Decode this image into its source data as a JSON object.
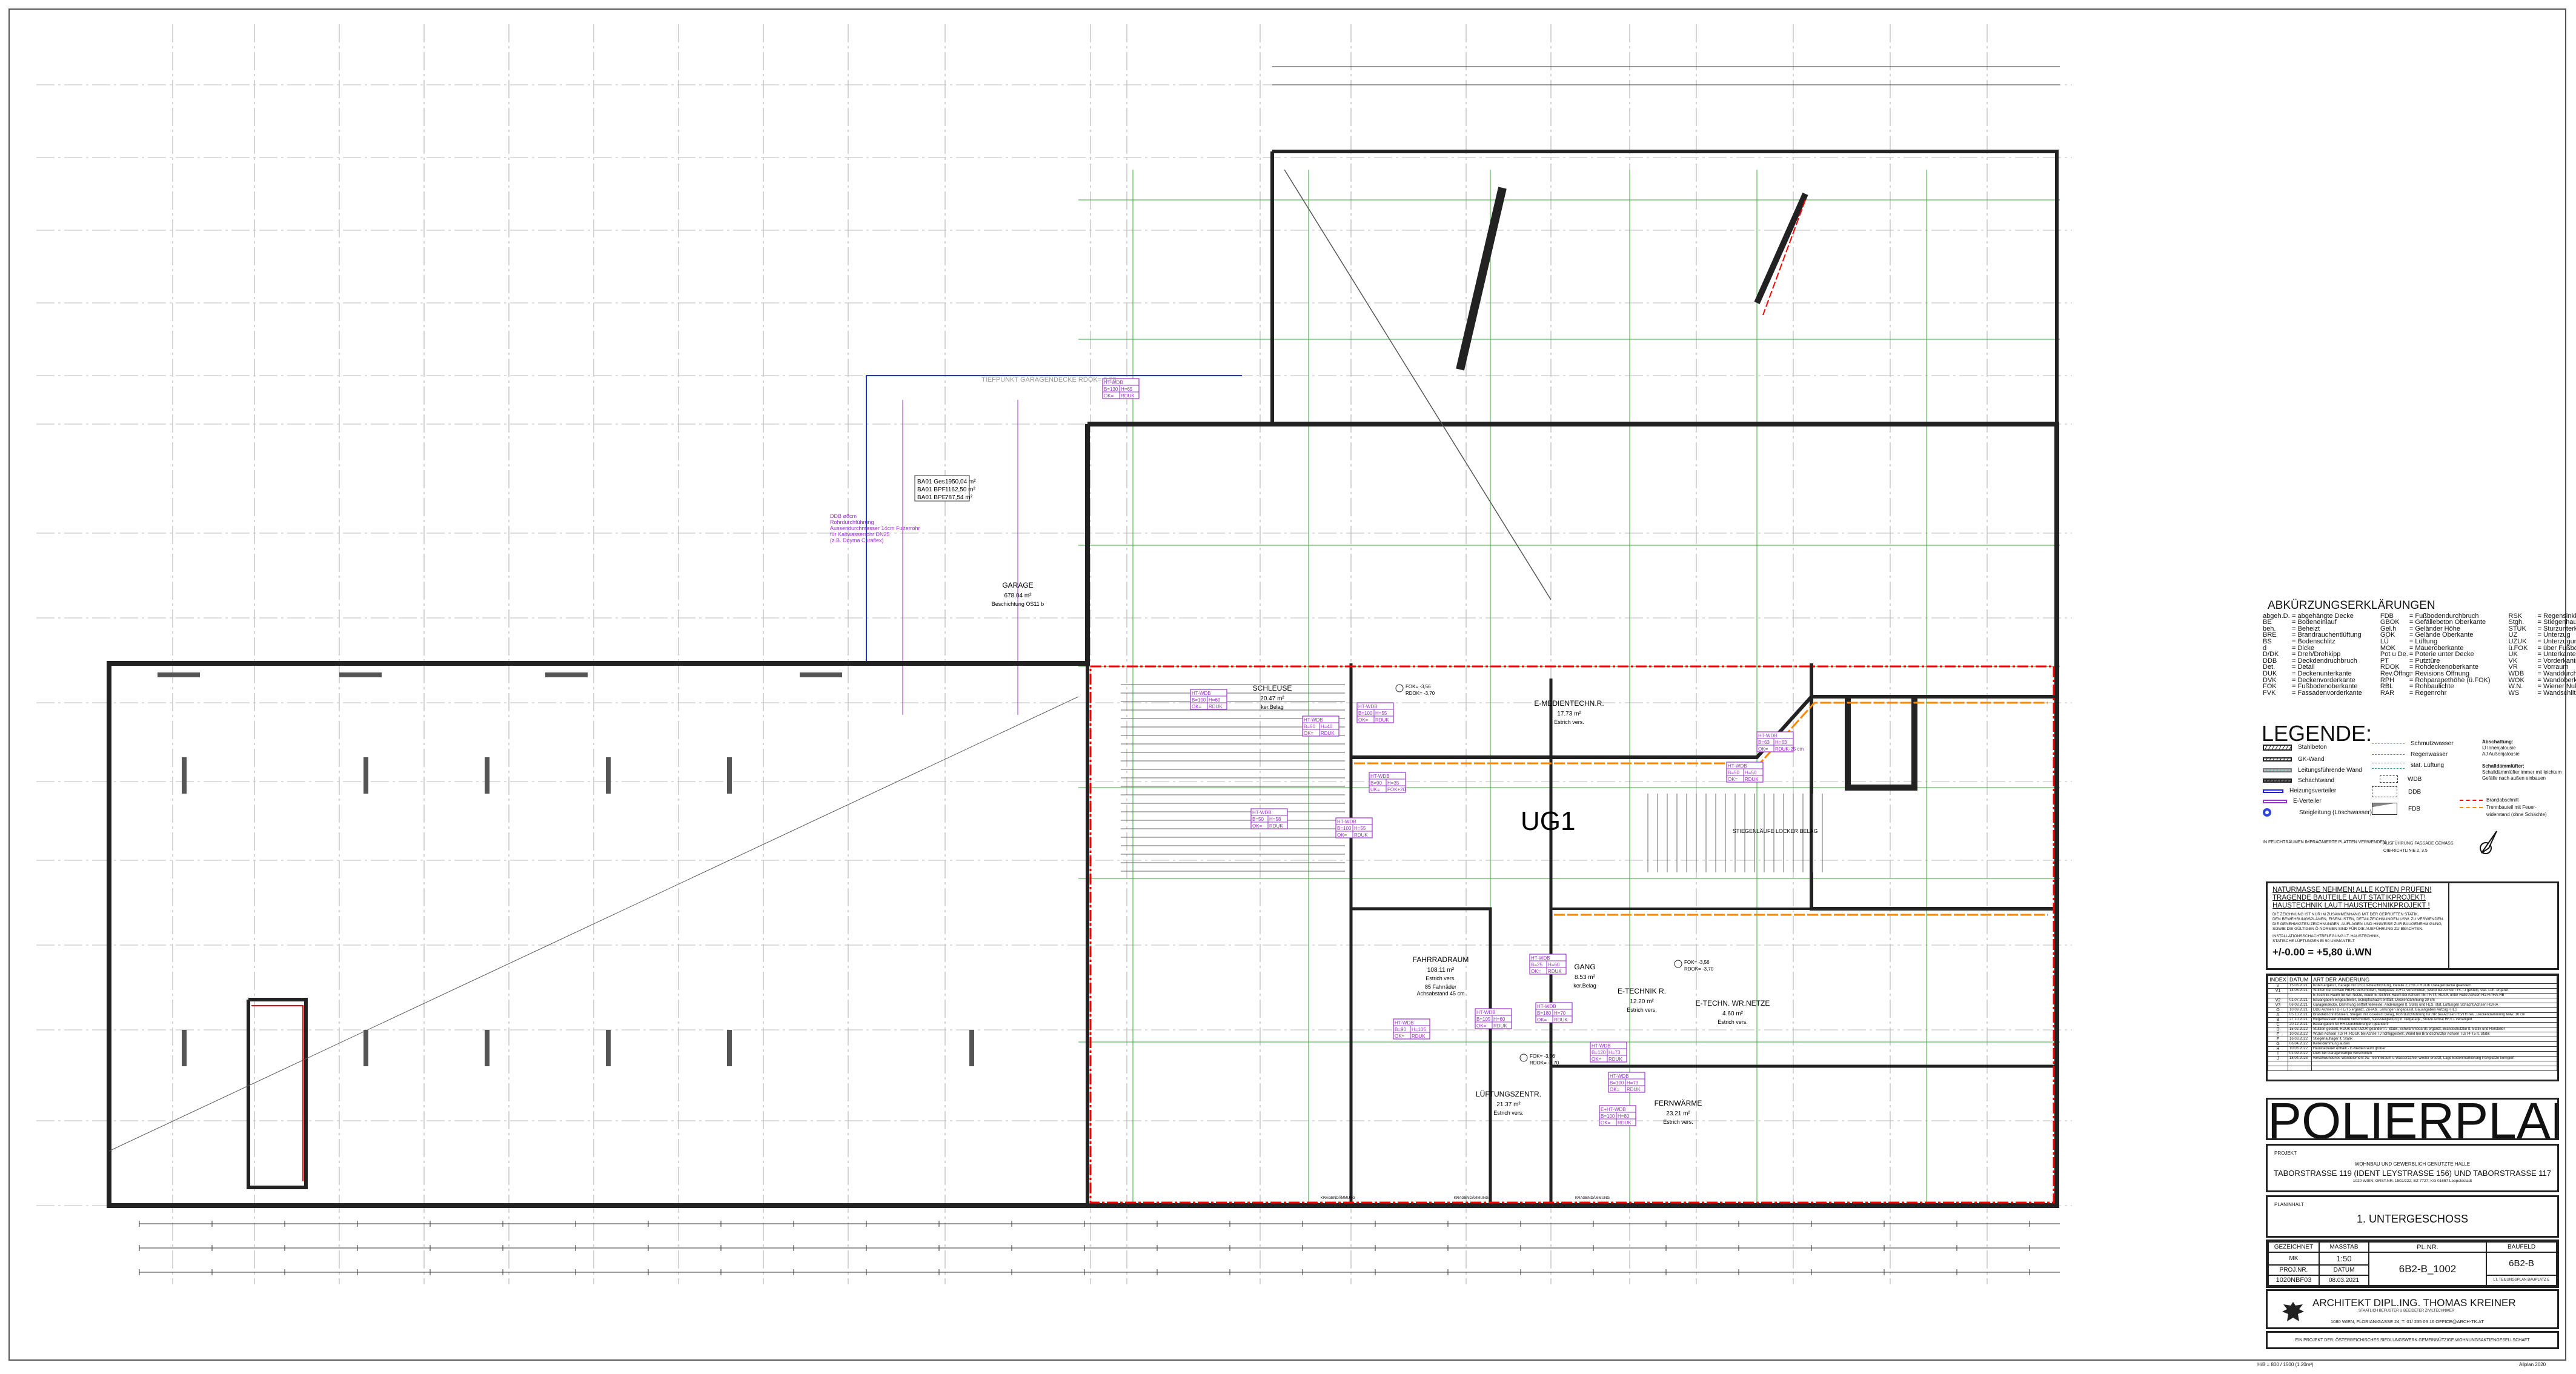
{
  "sheet": {
    "scale_note": "H/B = 800 / 1500 (1.20m²)",
    "software": "Allplan 2020"
  },
  "abbreviations": {
    "title": "ABKÜRZUNGSERKLÄRUNGEN",
    "columns": [
      [
        [
          "abgeh.D.",
          "= abgehängte Decke"
        ],
        [
          "BE",
          "= Bodeneinlauf"
        ],
        [
          "beh.",
          "= Beheizt"
        ],
        [
          "BRE",
          "= Brandrauchentlüftung"
        ],
        [
          "BS",
          "= Bodenschlitz"
        ],
        [
          "d",
          "= Dicke"
        ],
        [
          "D/DK",
          "= Dreh/Drehkipp"
        ],
        [
          "DDB",
          "= Deckdendruchbruch"
        ],
        [
          "Det.",
          "= Detail"
        ],
        [
          "DUK",
          "= Deckenunterkante"
        ],
        [
          "DVK",
          "= Deckenvorderkante"
        ],
        [
          "FOK",
          "= Fußbodenoberkante"
        ],
        [
          "FVK",
          "= Fassadenvorderkante"
        ]
      ],
      [
        [
          "FDB",
          "= Fußbodendurchbruch"
        ],
        [
          "GBOK",
          "= Gefällebeton Oberkante"
        ],
        [
          "Gel.h",
          "= Geländer Höhe"
        ],
        [
          "GOK",
          "= Gelände Oberkante"
        ],
        [
          "LÜ",
          "= Lüftung"
        ],
        [
          "MOK",
          "= Maueroberkante"
        ],
        [
          "Pot u De.",
          "= Poterie unter Decke"
        ],
        [
          "PT",
          "= Putztüre"
        ],
        [
          "RDOK",
          "= Rohdeckenoberkante"
        ],
        [
          "Rev.Öffng.",
          "= Revisions Öffnung"
        ],
        [
          "RPH",
          "= Rohparapethöhe (ü.FOK)"
        ],
        [
          "RBL",
          "= Rohbaulichte"
        ],
        [
          "RAR",
          "= Regenrohr"
        ]
      ],
      [
        [
          "RSK",
          "= Regensinkkasten"
        ],
        [
          "Stgh.",
          "= Stiegenhaus"
        ],
        [
          "STUK",
          "= Sturzunterkante"
        ],
        [
          "UZ",
          "= Unterzug"
        ],
        [
          "UZUK",
          "= Unterzugunterkante"
        ],
        [
          "ü.FOK",
          "= über Fußbodenoberkante"
        ],
        [
          "UK",
          "= Unterkante"
        ],
        [
          "VK",
          "= Vorderkante"
        ],
        [
          "VR",
          "= Vorraum"
        ],
        [
          "WDB",
          "= Wanddurchbruch"
        ],
        [
          "WOK",
          "= Wandoberkante"
        ],
        [
          "W.N.",
          "= Wiener Null"
        ],
        [
          "WS",
          "= Wandschlitz"
        ]
      ]
    ]
  },
  "legend": {
    "title": "LEGENDE:",
    "materials": [
      "Stahlbeton",
      "GK-Wand",
      "Leitungsführende Wand",
      "Schachtwand",
      "Heizungsverteiler",
      "E-Verteiler",
      "Steigleitung (Löschwasser)"
    ],
    "lines": [
      "Schmutzwasser",
      "Regenwasser",
      "stat. Lüftung",
      "WDB",
      "DDB",
      "FDB"
    ],
    "shading_title": "Abschattung:",
    "shading": [
      "IJ   Innenjalousie",
      "AJ   Außenjalousie"
    ],
    "sound_title": "Schalldämmlüfter:",
    "sound": [
      "Schalldämmlüfter immer mit leichtem",
      "Gefälle nach außen einbauen"
    ],
    "fire": [
      "Brandabschnitt",
      "Trennbauteil mit Feuer-",
      "widerstand (ohne Schächte)"
    ],
    "note_left": "IN FEUCHTRÄUMEN IMPRÄGNIERTE PLATTEN VERWENDEN",
    "note_mid": [
      "AUSFÜHRUNG FASSADE GEMÄSS",
      "OIB-RICHTLINIE 2, 3.5"
    ],
    "colors": {
      "fire": "#ff0000",
      "separator": "#ff8800",
      "heating": "#1a1aff",
      "electric": "#9933cc"
    }
  },
  "notes": {
    "warnings": [
      "NATURMASSE NEHMEN! ALLE KOTEN PRÜFEN!",
      "TRAGENDE BAUTEILE LAUT STATIKPROJEKT!",
      "HAUSTECHNIK LAUT HAUSTECHNIKPROJEKT !"
    ],
    "text1": [
      "DIE ZEICHNUNG IST NUR IM ZUSAMMENHANG MIT DER GEPRÜFTEN STATIK,",
      "DEN BEWEHRUNGSPLÄNEN, EISENLISTEN, DETAILZEICHNUNGEN USW. ZU VERWENDEN.",
      "DIE GENEHMIGTEN ZEICHNUNGEN, AUFLAGEN UND HINWEISE ZUR BAUGENEHMIGUNG,",
      "SOWIE DIE GÜLTIGEN Ö-NORMEN SIND FÜR DIE AUSFÜHRUNG ZU BEACHTEN."
    ],
    "text2": [
      "INSTALLATIONSSCHACHTBELEGUNG LT. HAUSTECHNIK,",
      "STATISCHE LÜFTUNGEN EI 90 UMMANTELT"
    ],
    "level": "+/-0.00 = +5,80 ü.WN"
  },
  "revisions": {
    "headers": [
      "INDEX",
      "DATUM",
      "ART DER ÄNDERUNG"
    ],
    "rows": [
      [
        "V",
        "15.03.2021",
        "Koten ergänzt, Garage mit OS11b-Beschichtung, Gefälle 2,15% > RDOK Garagendecke geändert"
      ],
      [
        "V1",
        "14.06.2021",
        "Stützen bei Achsen HB/H1 verschoben, Stellplätze 10+11 verschoben, Wand bei Achsen T5-TJ gestellt, stat. Lüft. ergänzt"
      ],
      [
        "",
        "",
        "E-Technik-Raum für Wr. Netze, neuer E-Technik-Raum bei Achsen TE-TF/T4, RDUK unter Halle Achsen H1-H7/HA-HB"
      ],
      [
        "V2",
        "01.07.2021",
        "Bauangaben eingearbeitet, Schöpfschacht entfällt, Deckendämmung 30 cm"
      ],
      [
        "V3",
        "06.08.2021",
        "Garagendecke, Dämmung entfällt teilweise, Änderungen lt. Statik und HLS, stat. Lüftungen Schacht Achsen H1/HA"
      ],
      [
        "Ö",
        "10.09.2021",
        "DDB Achsen TD-TE/T5 ergänzt, Zu-/Abl. Leitungen angepasst, Bauangaben Aufzug+HLS"
      ],
      [
        "A",
        "05.10.2021",
        "Brandabschnittslinien, Stiegen mit lockerem Belag, Rohrdurchführung für RR bei Achsen HS/TH neu, Deckendämmung teilw. 16 cm"
      ],
      [
        "B",
        "27.10.2021",
        "Regenwasserrückläufe verschoben, Nasssteigleitung in Tiefgarage, Stütze Achse HF/T1 verlängert"
      ],
      [
        "C",
        "20.12.2021",
        "Bauangaben für RR-Durchführungen geändert"
      ],
      [
        "D",
        "15.02.2022",
        "Stützen gestellt, RDUK und UZUK geändert lt. Statik, Schwammboards ergänzt, Brandschutztor lt. Statik und Hersteller"
      ],
      [
        "E",
        "10.03.2022",
        "WDBs Achsen TD/T4, RDUK bei Achse TJ richtiggestellt, Wand bei Brandschutztor Achsen TD/T4-T5 lt. Statik"
      ],
      [
        "F",
        "16.03.2022",
        "Stiegenauflager lt. Statik"
      ],
      [
        "G",
        "06.04.2022",
        "Kellerdämmung außen"
      ],
      [
        "H",
        "10.06.2022",
        "Hausbetreuer entfällt - E-Medienraum größer"
      ],
      [
        "I",
        "01.09.2022",
        "DDB bei Garagenrampe verschoben"
      ],
      [
        "J",
        "18.04.2023",
        "verschwundenes Wandelement zw. Technikraum u Wasserzähler wieder ersetzt, Lage Bodenmarkierung Parkplätze korrigiert"
      ]
    ]
  },
  "title_block": {
    "plan_type": "POLIERPLAN",
    "project_label": "PROJEKT",
    "project_subtitle": "WOHNBAU UND GEWERBLICH GENUTZTE HALLE",
    "project_title": "TABORSTRASSE 119 (IDENT LEYSTRASSE 156) UND TABORSTRASSE 117",
    "project_address": "1020 WIEN; GRST.NR. 1502/222; EZ 7727; KG 01657 Leopoldstadt",
    "content_label": "PLANINHALT",
    "content": "1. UNTERGESCHOSS",
    "drawn_label": "GEZEICHNET",
    "drawn": "MK",
    "scale_label": "MASSTAB",
    "scale": "1:50",
    "projnr_label": "PROJ.NR.",
    "projnr": "1020NBF03",
    "date_label": "DATUM",
    "date": "08.03.2021",
    "plnr_label": "PL.NR.",
    "plnr": "6B2-B_1002",
    "field_label": "BAUFELD",
    "field": "6B2-B",
    "field_note": "LT. TEILUNGSPLAN BAUPLATZ E",
    "architect": "ARCHITEKT DIPL.ING. THOMAS KREINER",
    "architect_sub": "STAATLICH BEFUGTER U.BEEIDETER ZIVILTECHNIKER",
    "architect_address": "1080  WIEN,  FLORIANIGASSE 24, T: 01/ 235 03 16    OFFICE@ARCH-TK.AT",
    "client": "EIN PROJEKT DER: ÖSTERREICHISCHES SIEDLUNGSWERK GEMEINNÜTZIGE WOHNUNGSAKTIENGESELLSCHAFT"
  },
  "plan": {
    "floor_label": "UG1",
    "rooms": [
      {
        "name": "GARAGE",
        "area": "678.04 m²",
        "finish": "Beschichtung OS11 b"
      },
      {
        "name": "SCHLEUSE",
        "area": "20.47 m²",
        "finish": "ker.Belag"
      },
      {
        "name": "E-MEDIENTECHN.R.",
        "area": "17.73 m²",
        "finish": "Estrich vers."
      },
      {
        "name": "FAHRRADRAUM",
        "area": "108.11 m²",
        "finish": "Estrich vers."
      },
      {
        "name": "GANG",
        "area": "8.53 m²",
        "finish": "ker.Belag"
      },
      {
        "name": "E-TECHNIK R.",
        "area": "12.20 m²",
        "finish": "Estrich vers."
      },
      {
        "name": "E-TECHN. WR.NETZE",
        "area": "4.60 m²",
        "finish": "Estrich vers."
      },
      {
        "name": "LÜFTUNGSZENTR.",
        "area": "21.37 m²",
        "finish": "Estrich vers."
      },
      {
        "name": "FERNWÄRME",
        "area": "23.21 m²",
        "finish": "Estrich vers."
      }
    ],
    "bike_note": [
      "85 Fahrräder",
      "Achsabstand 45 cm"
    ],
    "area_table": [
      [
        "BA01 Ges",
        "1950,04 m²"
      ],
      [
        "BA01 BPF",
        "1162,50 m²"
      ],
      [
        "BA01 BPE",
        "787,54 m²"
      ]
    ],
    "ddb_note": [
      "DDB ø8cm",
      "Rohrdurchführung",
      "Aussendurchmesser 14cm Futterrohr",
      "für Kaltwasserrohr DN25",
      "(z.B. Doyma Curaflex)"
    ],
    "top_note": "TIEFPUNKT GARAGENDECKE RDOK= 0.78",
    "stair_note": "STIEGENLÄUFE LOCKER BELAG",
    "kragen": "KRAGENDÄMMUNG",
    "wdb_tags": [
      [
        "HT-WDB",
        "B=100",
        "H=60",
        "OK=",
        "RDUK"
      ],
      [
        "HT-WDB",
        "B=60",
        "H=40",
        "OK=",
        "RDUK"
      ],
      [
        "HT-WDB",
        "B=100",
        "H=55",
        "OK=",
        "RDUK"
      ],
      [
        "HT-WDB",
        "B=90",
        "H=35",
        "UK=",
        "FOK+20"
      ],
      [
        "HT-WDB",
        "B=50",
        "H=58",
        "OK=",
        "RDUK"
      ],
      [
        "HT-WDB",
        "B=100",
        "H=55",
        "OK=",
        "RDUK"
      ],
      [
        "HT-WDB",
        "B=63",
        "H=63",
        "OK=",
        "RDUK-25 cm"
      ],
      [
        "HT-WDB",
        "B=50",
        "H=50",
        "OK=",
        "RDUK"
      ],
      [
        "HT-WDB",
        "B=130",
        "H=65",
        "OK=",
        "RDUK"
      ],
      [
        "HT-WDB",
        "B=25",
        "H=60",
        "OK=",
        "RDUK"
      ],
      [
        "HT-WDB",
        "B=180",
        "H=70",
        "OK=",
        "RDUK"
      ],
      [
        "HT-WDB",
        "B=105",
        "H=60",
        "OK=",
        "RDUK"
      ],
      [
        "HT-WDB",
        "B=90",
        "H=105",
        "OK=",
        "RDUK"
      ],
      [
        "HT-WDB",
        "B=120",
        "H=73",
        "OK=",
        "RDUK"
      ],
      [
        "HT-WDB",
        "B=100",
        "H=73",
        "OK=",
        "RDUK"
      ],
      [
        "E+HT-WDB",
        "B=100",
        "H=80",
        "OK=",
        "RDUK"
      ]
    ],
    "level_marks": [
      "FOK= -3,56",
      "RDOK= -3,70"
    ]
  }
}
